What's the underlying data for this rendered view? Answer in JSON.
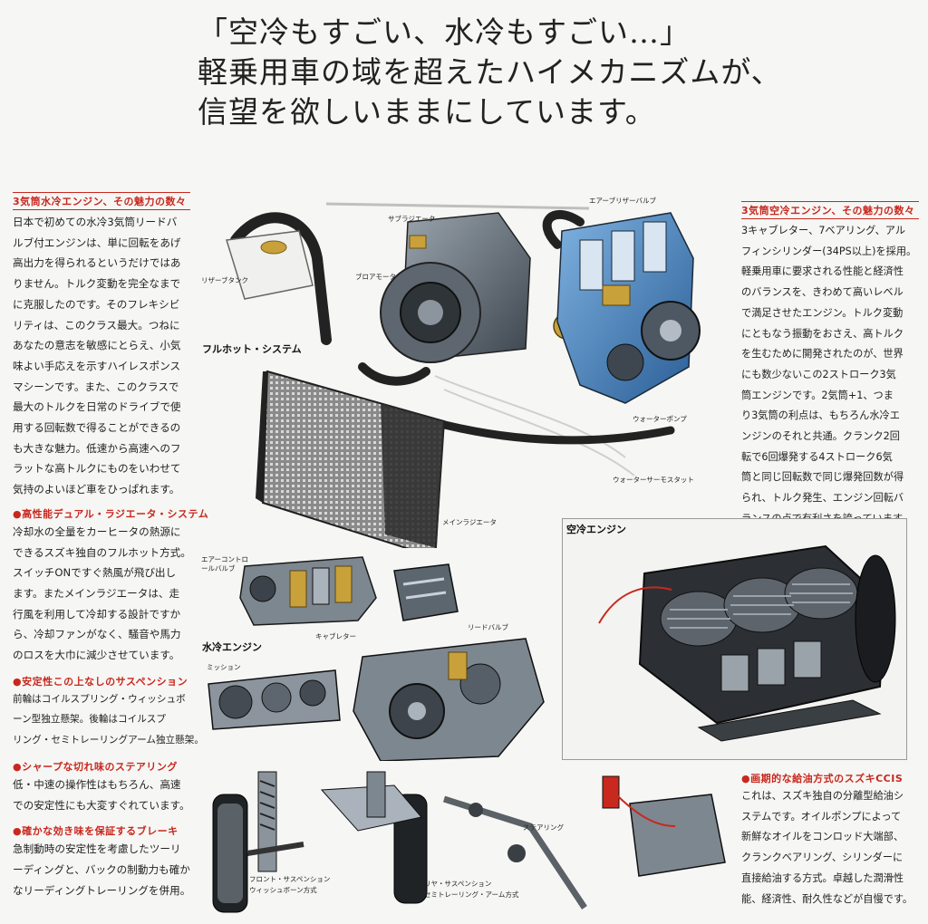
{
  "headline": {
    "line1": "「空冷もすごい、水冷もすごい…」",
    "line2": "軽乗用車の域を超えたハイメカニズムが、",
    "line3": "信望を欲しいままにしています。"
  },
  "left_column": {
    "sec1": {
      "heading": "3気筒水冷エンジン、その魅力の数々",
      "lines": [
        "日本で初めての水冷3気筒リードバ",
        "ルブ付エンジンは、単に回転をあげ",
        "高出力を得られるというだけではあ",
        "りません。トルク変動を完全なまで",
        "に克服したのです。そのフレキシビ",
        "リティは、このクラス最大。つねに",
        "あなたの意志を敏感にとらえ、小気",
        "味よい手応えを示すハイレスポンス",
        "マシーンです。また、このクラスで",
        "最大のトルクを日常のドライブで使",
        "用する回転数で得ることができるの",
        "も大きな魅力。低速から高速へのフ",
        "ラットな高トルクにものをいわせて",
        "気持のよいほど車をひっぱれます。"
      ]
    },
    "sec2": {
      "heading": "●高性能デュアル・ラジエータ・システム",
      "lines": [
        "冷却水の全量をカーヒータの熱源に",
        "できるスズキ独自のフルホット方式。",
        "スイッチONですぐ熱風が飛び出し",
        "ます。またメインラジエータは、走",
        "行風を利用して冷却する設計ですか",
        "ら、冷却ファンがなく、騒音や馬力",
        "のロスを大巾に減少させています。"
      ]
    },
    "sec3": {
      "heading": "●安定性この上なしのサスペンション",
      "lines": [
        "前輪はコイルスプリング・ウィッシュボ",
        "ーン型独立懸架。後輪はコイルスプ",
        "リング・セミトレーリングアーム独立懸架。"
      ]
    },
    "sec4": {
      "heading": "●シャープな切れ味のステアリング",
      "lines": [
        "低・中速の操作性はもちろん、高速",
        "での安定性にも大変すぐれています。"
      ]
    },
    "sec5": {
      "heading": "●確かな効き味を保証するブレーキ",
      "lines": [
        "急制動時の安定性を考慮したツーリ",
        "ーディングと、バックの制動力も確か",
        "なリーディングトレーリングを併用。"
      ]
    }
  },
  "right_column": {
    "sec1": {
      "heading": "3気筒空冷エンジン、その魅力の数々",
      "lines": [
        "3キャブレター、7ベアリング、アル",
        "フィンシリンダー(34PS以上)を採用。",
        "軽乗用車に要求される性能と経済性",
        "のバランスを、きわめて高いレベル",
        "で満足させたエンジン。トルク変動",
        "にともなう振動をおさえ、高トルク",
        "を生むために開発されたのが、世界",
        "にも数少ないこの2ストローク3気",
        "筒エンジンです。2気筒+1、つま",
        "り3気筒の利点は、もちろん水冷エ",
        "ンジンのそれと共通。クランク2回",
        "転で6回爆発する4ストローク6気",
        "筒と同じ回転数で同じ爆発回数が得",
        "られ、トルク発生、エンジン回転バ",
        "ランスの点で有利さを誇っています。"
      ]
    },
    "sec2": {
      "heading": "●画期的な給油方式のスズキCCIS",
      "lines": [
        "これは、スズキ独自の分離型給油シ",
        "ステムです。オイルポンプによって",
        "新鮮なオイルをコンロッド大端部、",
        "クランクベアリング、シリンダーに",
        "直接給油する方式。卓越した潤滑性",
        "能、経済性、耐久性などが自慢です。"
      ]
    }
  },
  "diagram": {
    "title": "フルホット・システム",
    "captions": {
      "reserve_tank": "リザーブタンク",
      "sub_radiator": "サブラジエータ",
      "blower_motor": "ブロアモータ",
      "air_breather_valve": "エアーブリザーバルブ",
      "water_pump": "ウォーターポンプ",
      "water_thermostat": "ウォーターサーモスタット",
      "main_radiator": "メインラジエータ"
    }
  },
  "water_engine": {
    "title": "水冷エンジン",
    "captions": {
      "air_control_valve": "エアーコントロールバルブ",
      "carburetor": "キャブレター",
      "reed_valve": "リードバルブ",
      "mission": "ミッション"
    }
  },
  "air_engine": {
    "title": "空冷エンジン"
  },
  "suspension": {
    "captions": {
      "front_susp_1": "フロント・サスペンション",
      "front_susp_2": "ウィッシュボーン方式",
      "rear_susp_1": "リヤ・サスペンション",
      "rear_susp_2": "セミトレーリング・アーム方式",
      "steering": "ステアリング"
    }
  },
  "colors": {
    "accent_red": "#c8281e",
    "radiator_gray": "#6d6d6d",
    "coolant_blue": "#3a7fc4",
    "brass_yellow": "#c9a13a"
  }
}
